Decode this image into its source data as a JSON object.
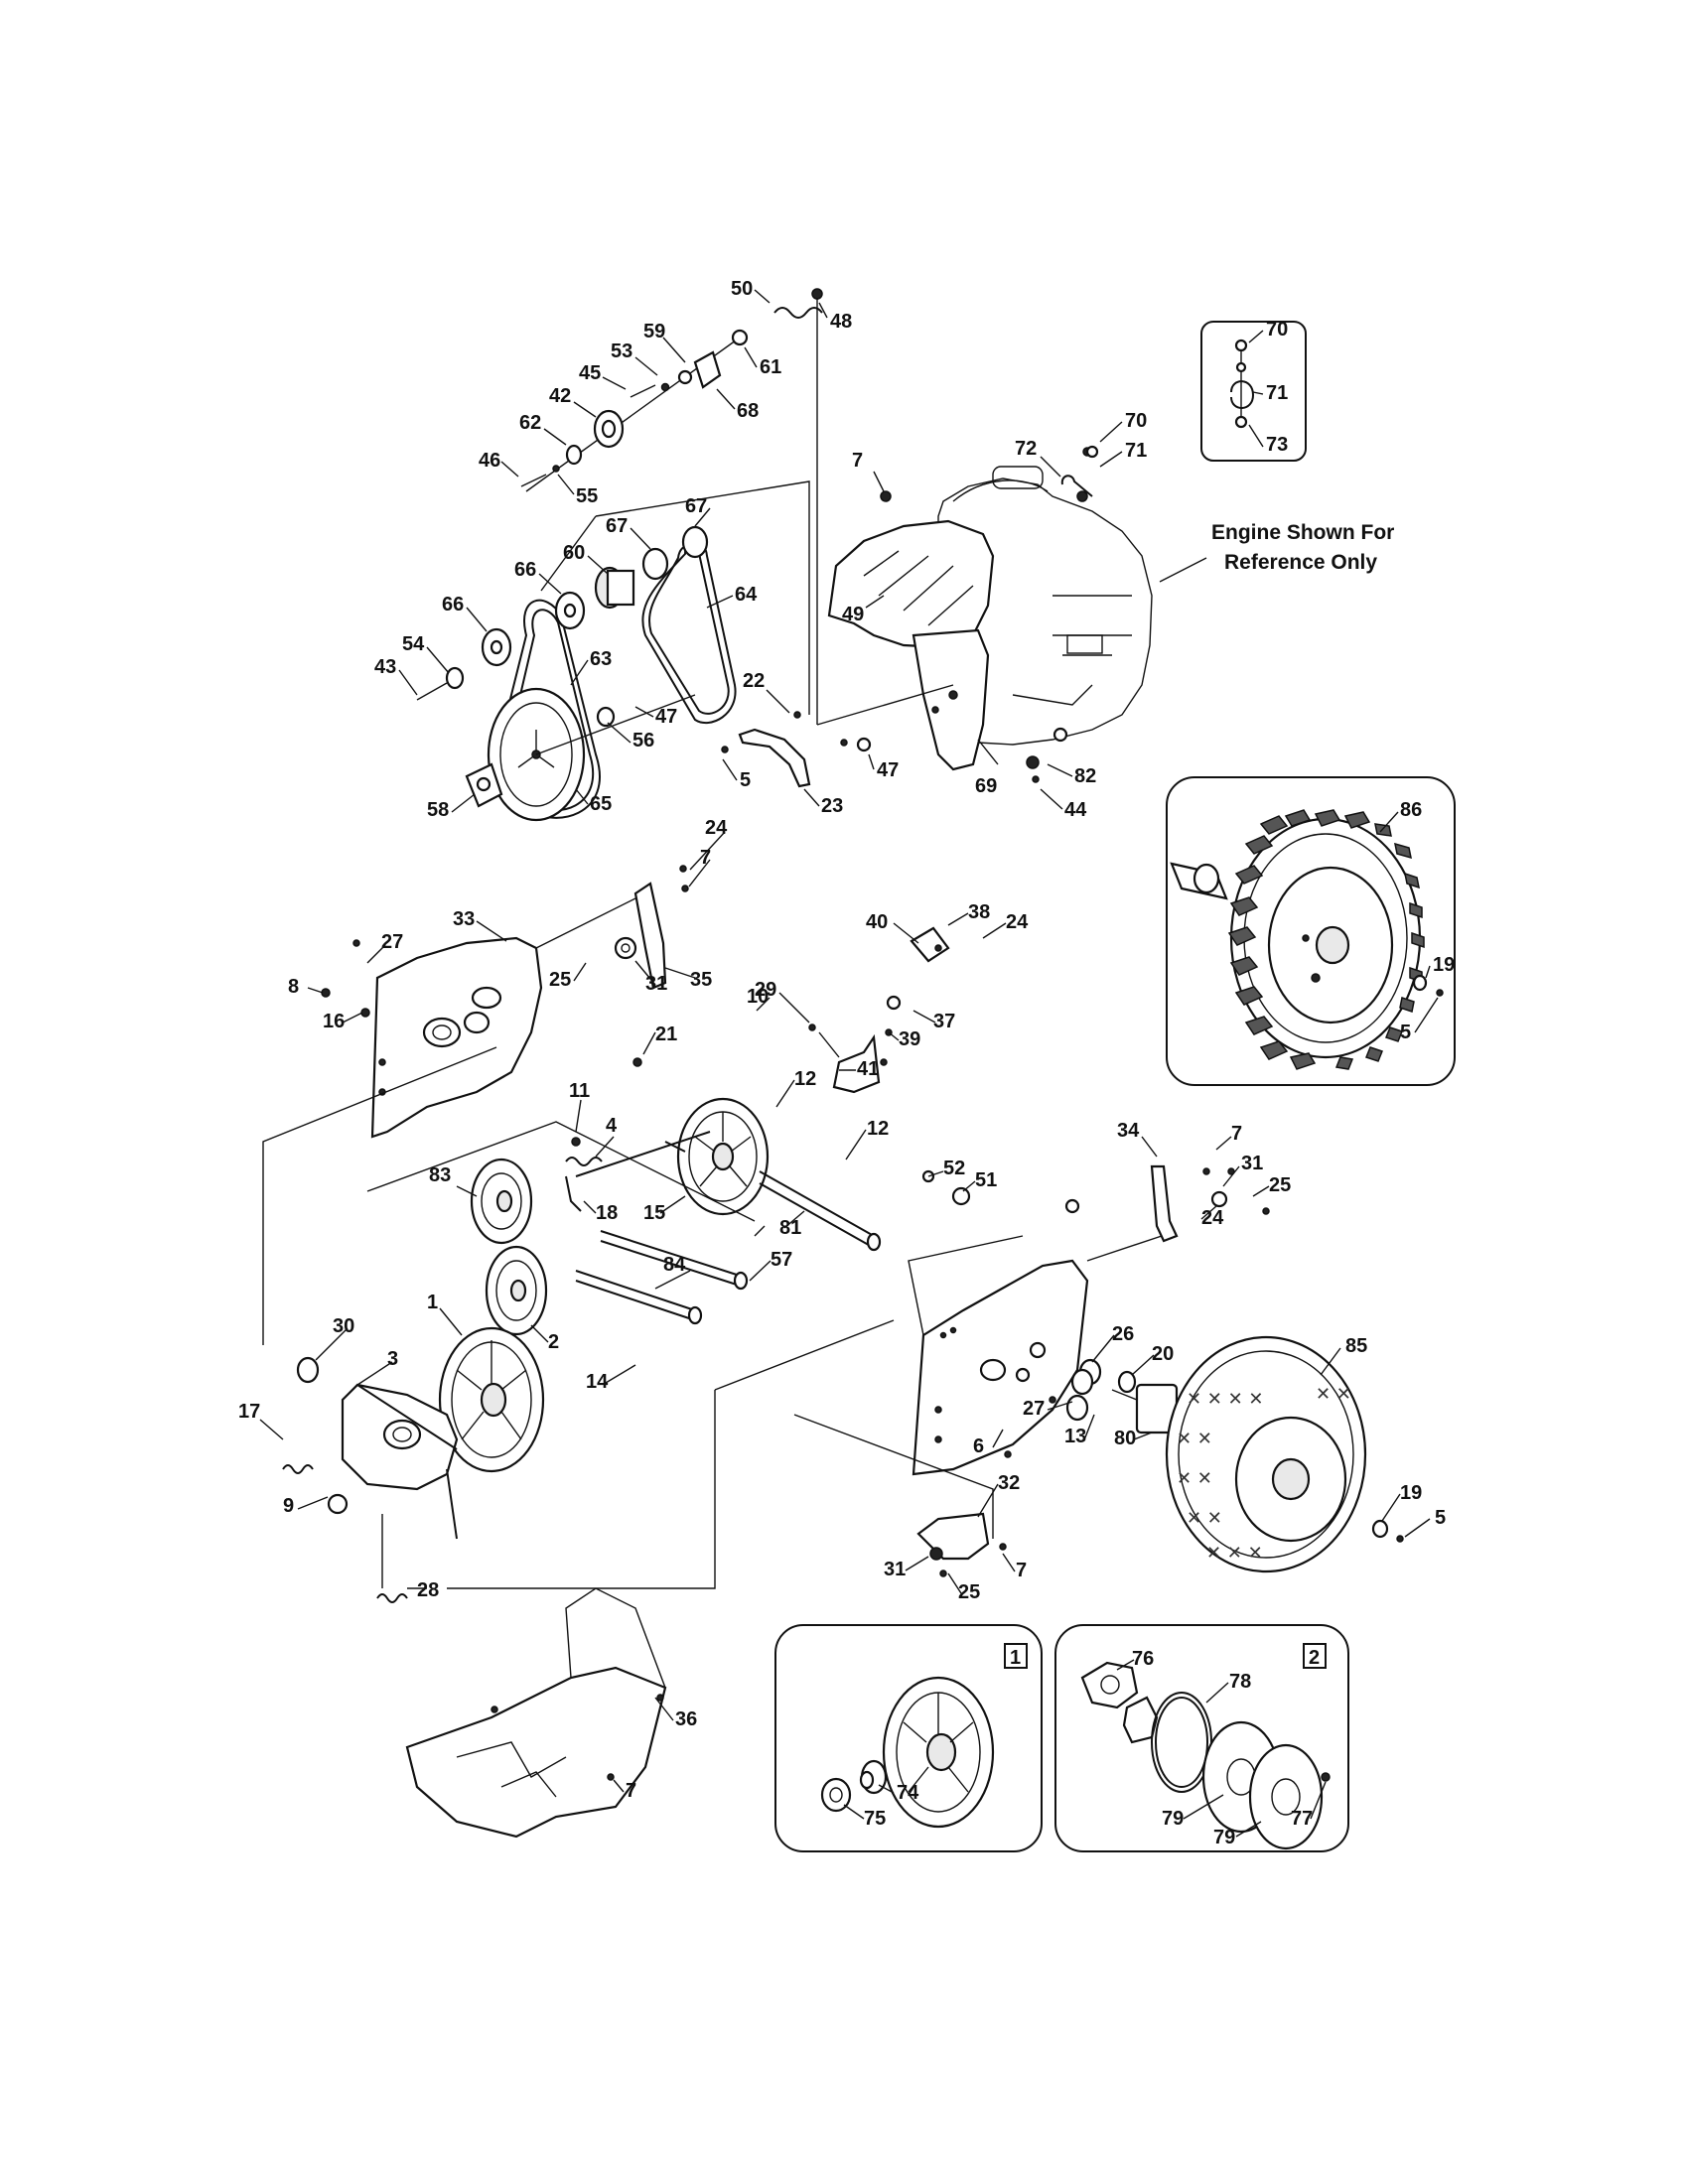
{
  "note": {
    "line1": "Engine Shown For",
    "line2": "Reference Only"
  },
  "inset_badges": {
    "inset1": "1",
    "inset2": "2"
  },
  "labels": {
    "l1": "1",
    "l2": "2",
    "l3": "3",
    "l4": "4",
    "l5a": "5",
    "l5b": "5",
    "l5c": "5",
    "l6": "6",
    "l7a": "7",
    "l7b": "7",
    "l7c": "7",
    "l7d": "7",
    "l7e": "7",
    "l8": "8",
    "l9": "9",
    "l10": "10",
    "l11": "11",
    "l12a": "12",
    "l12b": "12",
    "l13": "13",
    "l14": "14",
    "l15": "15",
    "l16": "16",
    "l17": "17",
    "l18": "18",
    "l19a": "19",
    "l19b": "19",
    "l20": "20",
    "l21": "21",
    "l22": "22",
    "l23": "23",
    "l24a": "24",
    "l24b": "24",
    "l24c": "24",
    "l25a": "25",
    "l25b": "25",
    "l25c": "25",
    "l26": "26",
    "l27a": "27",
    "l27b": "27",
    "l28": "28",
    "l29": "29",
    "l30": "30",
    "l31a": "31",
    "l31b": "31",
    "l31c": "31",
    "l32": "32",
    "l33": "33",
    "l34": "34",
    "l35": "35",
    "l36": "36",
    "l37": "37",
    "l38": "38",
    "l39": "39",
    "l40": "40",
    "l41": "41",
    "l42": "42",
    "l43": "43",
    "l44": "44",
    "l45": "45",
    "l46": "46",
    "l47a": "47",
    "l47b": "47",
    "l48": "48",
    "l49": "49",
    "l50": "50",
    "l51": "51",
    "l52": "52",
    "l53": "53",
    "l54": "54",
    "l55": "55",
    "l56": "56",
    "l57": "57",
    "l58": "58",
    "l59": "59",
    "l60": "60",
    "l61": "61",
    "l62": "62",
    "l63": "63",
    "l64": "64",
    "l65": "65",
    "l66a": "66",
    "l66b": "66",
    "l67a": "67",
    "l67b": "67",
    "l68": "68",
    "l69": "69",
    "l70a": "70",
    "l70b": "70",
    "l71a": "71",
    "l71b": "71",
    "l72": "72",
    "l73": "73",
    "l74": "74",
    "l75": "75",
    "l76": "76",
    "l77": "77",
    "l78": "78",
    "l79a": "79",
    "l79b": "79",
    "l80": "80",
    "l81": "81",
    "l82": "82",
    "l83": "83",
    "l84": "84",
    "l85": "85",
    "l86": "86"
  }
}
